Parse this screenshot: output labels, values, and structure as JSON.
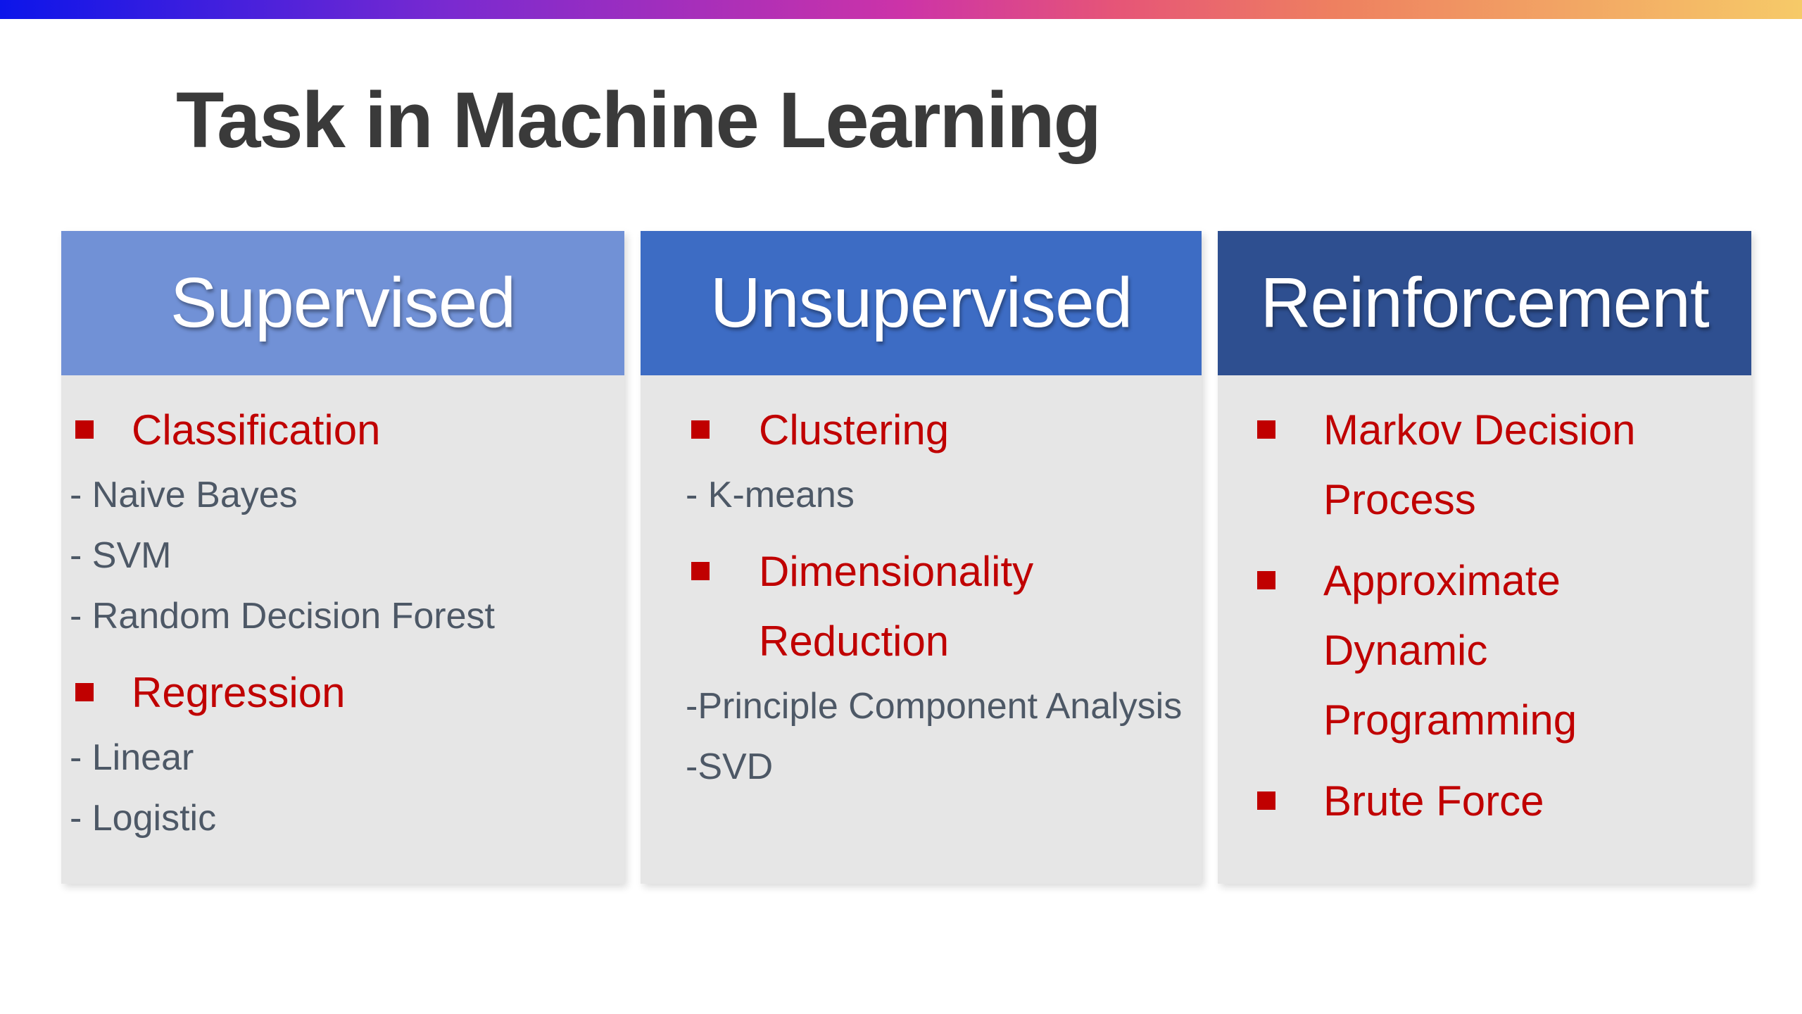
{
  "slide": {
    "title": "Task in Machine Learning",
    "title_color": "#3a3a3a",
    "background": "#ffffff"
  },
  "top_bar": {
    "gradient_stops": [
      "#0c15ea",
      "#7a2ad0",
      "#cc33a8",
      "#e65577",
      "#ee8060",
      "#f6ca68"
    ]
  },
  "colors": {
    "accent_red": "#c00000",
    "sub_item_gray": "#4d5866",
    "panel_body_bg": "#e6e6e6",
    "header_text": "#ffffff"
  },
  "columns": [
    {
      "id": "supervised",
      "title": "Supervised",
      "header_bg": "#7191d6",
      "items": [
        {
          "level": 1,
          "text": "Classification"
        },
        {
          "level": 2,
          "text": "- Naive Bayes"
        },
        {
          "level": 2,
          "text": "- SVM"
        },
        {
          "level": 2,
          "text": "- Random Decision Forest"
        },
        {
          "level": 1,
          "text": "Regression"
        },
        {
          "level": 2,
          "text": "- Linear"
        },
        {
          "level": 2,
          "text": "- Logistic"
        }
      ]
    },
    {
      "id": "unsupervised",
      "title": "Unsupervised",
      "header_bg": "#3d6cc4",
      "items": [
        {
          "level": 1,
          "text": "Clustering"
        },
        {
          "level": 2,
          "text": "- K-means"
        },
        {
          "level": 1,
          "text": "Dimensionality Reduction"
        },
        {
          "level": 2,
          "text": "-Principle Component Analysis"
        },
        {
          "level": 2,
          "text": "-SVD"
        }
      ]
    },
    {
      "id": "reinforcement",
      "title": "Reinforcement",
      "header_bg": "#2e4f90",
      "items": [
        {
          "level": 1,
          "text": "Markov Decision Process"
        },
        {
          "level": 1,
          "text": "Approximate Dynamic Programming"
        },
        {
          "level": 1,
          "text": "Brute Force"
        }
      ]
    }
  ]
}
